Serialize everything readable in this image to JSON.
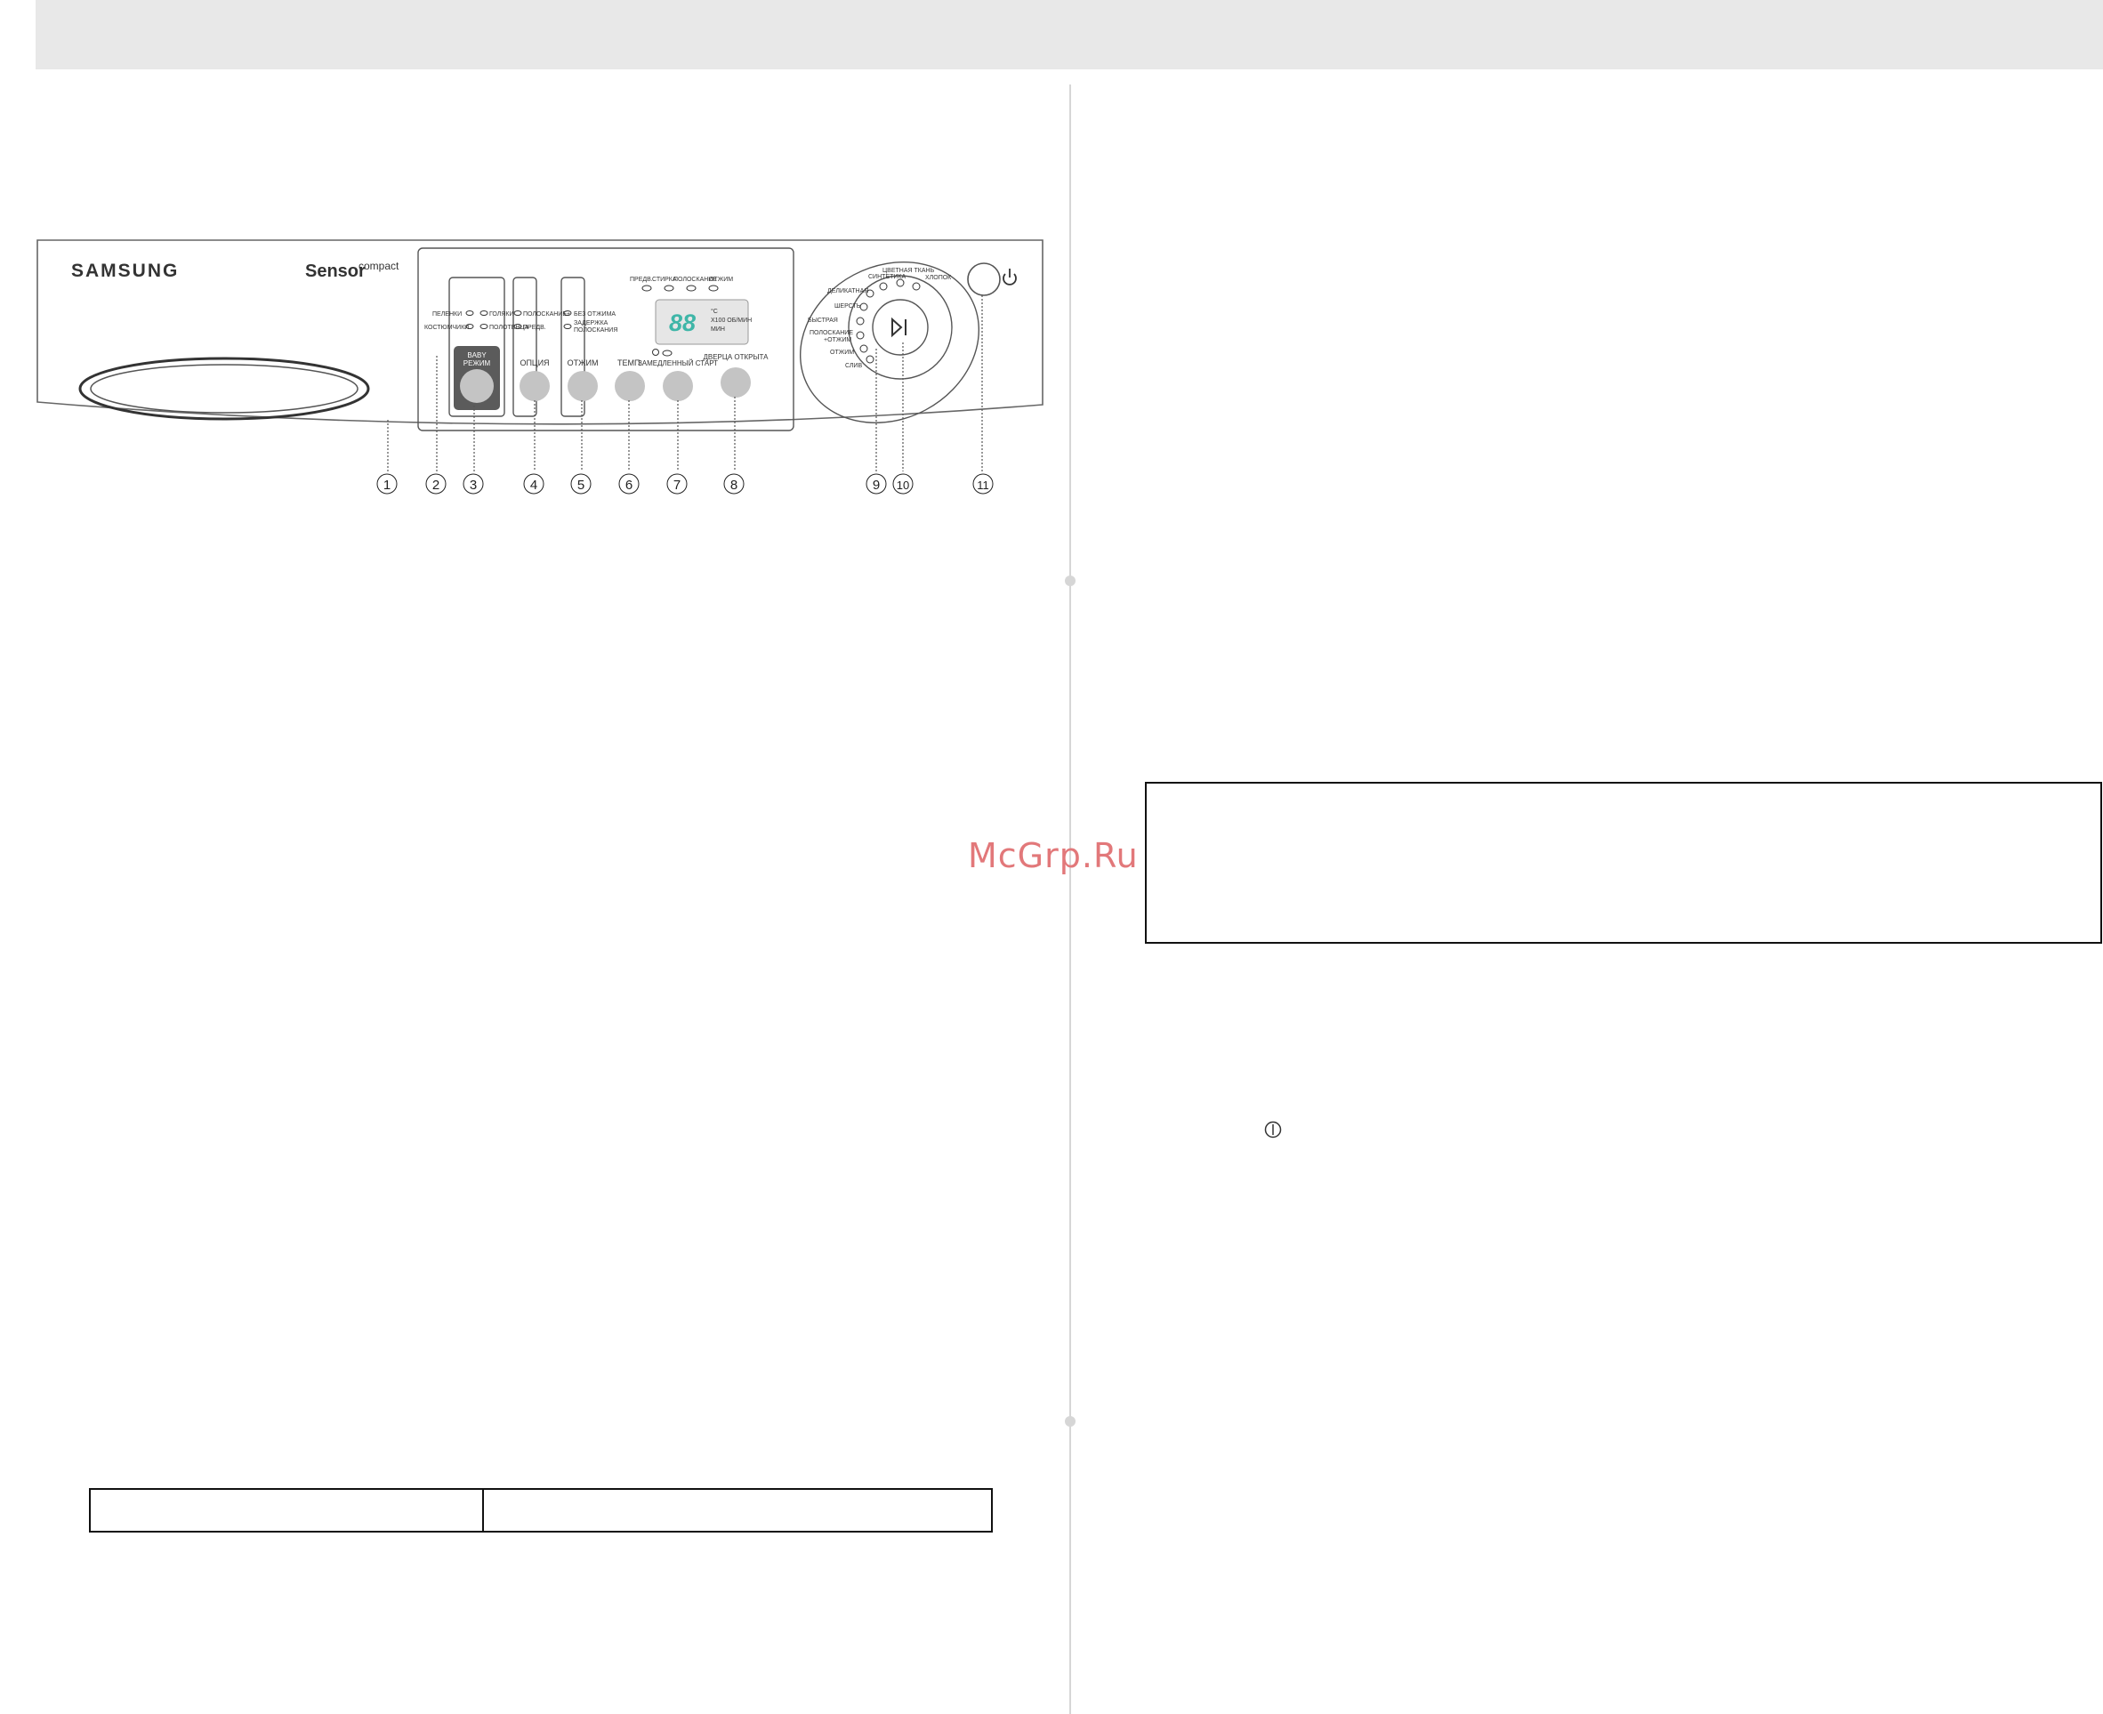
{
  "panel": {
    "brand": "SAMSUNG",
    "model_main": "Sensor",
    "model_sup": "compact",
    "baby_labels": {
      "diapers": "ПЕЛЕНКИ",
      "suits": "КОСТЮМЧИКИ",
      "pads": "ГОЛЯКИ",
      "towels": "ПОЛОТЕНЦА"
    },
    "option_labels": {
      "rinse_plus": "ПОЛОСКАНИЕ+",
      "prewash": "ПРЕДВ."
    },
    "spin_labels": {
      "no_spin": "БЕЗ ОТЖИМА",
      "rinse_hold_1": "ЗАДЕРЖКА",
      "rinse_hold_2": "ПОЛОСКАНИЯ"
    },
    "stages": {
      "prewash": "ПРЕДВ.",
      "wash": "СТИРКА",
      "rinse": "ПОЛОСКАНИЕ",
      "spin": "ОТЖИМ"
    },
    "display": {
      "digits": "88",
      "unit_temp": "°C",
      "unit_rpm": "X100 ОБ/МИН",
      "unit_min": "МИН"
    },
    "buttons": {
      "baby_1": "BABY",
      "baby_2": "РЕЖИМ",
      "option": "ОПЦИЯ",
      "spin": "ОТЖИМ",
      "temp": "ТЕМП.",
      "delay_start": "ЗАМЕДЛЕННЫЙ СТАРТ",
      "door_open": "ДВЕРЦА ОТКРЫТА"
    },
    "programs": {
      "synthetics": "СИНТЕТИКА",
      "colored": "ЦВЕТНАЯ ТКАНЬ",
      "cotton": "ХЛОПОК",
      "delicate": "ДЕЛИКАТНАЯ",
      "wool": "ШЕРСТЬ",
      "quick": "БЫСТРАЯ",
      "rinse_spin_1": "ПОЛОСКАНИЕ",
      "rinse_spin_2": "+ОТЖИМ",
      "spin_only": "ОТЖИМ",
      "drain": "СЛИВ"
    },
    "callouts": [
      "1",
      "2",
      "3",
      "4",
      "5",
      "6",
      "7",
      "8",
      "9",
      "10",
      "11"
    ]
  },
  "watermark": "McGrp.Ru"
}
